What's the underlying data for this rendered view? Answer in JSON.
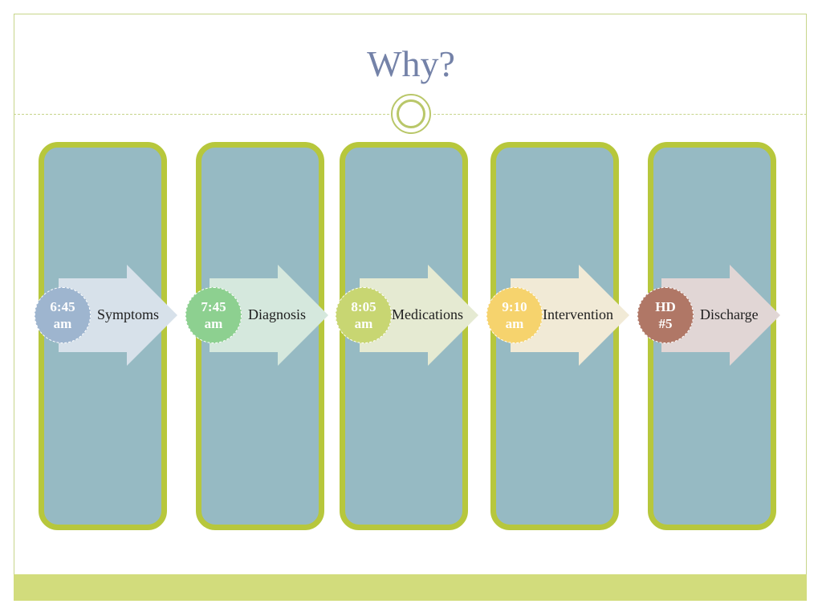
{
  "slide": {
    "title": "Why?"
  },
  "colors": {
    "title": "#7482a8",
    "panel_fill": "#96bac3",
    "panel_border": "#b7c73c",
    "footer_band": "#d2dc7c"
  },
  "steps": [
    {
      "time": "6:45\nam",
      "label": "Symptoms",
      "circle_color": "#9eb5cf",
      "arrow_color": "#d7e1ea"
    },
    {
      "time": "7:45\nam",
      "label": "Diagnosis",
      "circle_color": "#8dd090",
      "arrow_color": "#d5e8dd"
    },
    {
      "time": "8:05\nam",
      "label": "Medications",
      "circle_color": "#c8d672",
      "arrow_color": "#e5ead2"
    },
    {
      "time": "9:10\nam",
      "label": "Intervention",
      "circle_color": "#f6d36d",
      "arrow_color": "#f1ead6"
    },
    {
      "time": "HD\n#5",
      "label": "Discharge",
      "circle_color": "#b07766",
      "arrow_color": "#e1d6d5"
    }
  ]
}
